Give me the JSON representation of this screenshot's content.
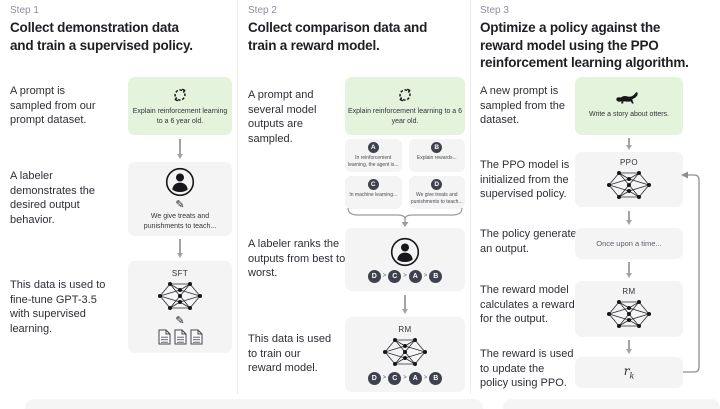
{
  "colors": {
    "green-box": "#e3f3dc",
    "gray-box": "#f4f4f4",
    "text-dark": "#1f1f24",
    "text-muted": "#8e8ea0",
    "arrow": "#a3a3a3",
    "circle-dark": "#40414f"
  },
  "step1": {
    "label": "Step 1",
    "heading": [
      "Collect demonstration data",
      "and train a supervised policy."
    ],
    "prompt_caption": "A prompt is sampled from our prompt dataset.",
    "prompt_text": "Explain reinforcement learning to a 6 year old.",
    "labeler_caption": "A labeler demonstrates the desired output behavior.",
    "labeler_text": "We give treats and punishments to teach...",
    "finetune_caption": "This data is used to fine-tune GPT-3.5 with supervised learning.",
    "model_label": "SFT"
  },
  "step2": {
    "label": "Step 2",
    "heading": [
      "Collect comparison data and",
      "train a reward model."
    ],
    "prompt_caption": "A prompt and several model outputs are sampled.",
    "prompt_text": "Explain reinforcement learning to a 6 year old.",
    "outputs": [
      {
        "key": "A",
        "text": "In reinforcement learning, the agent is..."
      },
      {
        "key": "B",
        "text": "Explain rewards..."
      },
      {
        "key": "C",
        "text": "In machine learning..."
      },
      {
        "key": "D",
        "text": "We give treats and punishments to teach..."
      }
    ],
    "rank_caption": "A labeler ranks the outputs from best to worst.",
    "ranking": [
      "D",
      "C",
      "A",
      "B"
    ],
    "rank_sep": ">",
    "train_caption": "This data is used to train our reward model.",
    "model_label": "RM"
  },
  "step3": {
    "label": "Step 3",
    "heading": [
      "Optimize a policy against the",
      "reward model using the PPO",
      "reinforcement learning algorithm."
    ],
    "prompt_caption": "A new prompt is sampled from the dataset.",
    "prompt_text": "Write a story about otters.",
    "init_caption": "The PPO model is initialized from the supervised policy.",
    "ppo_label": "PPO",
    "output_caption": "The policy generates an output.",
    "output_text": "Once upon a time...",
    "reward_caption": "The reward model calculates a reward for the output.",
    "rm_label": "RM",
    "update_caption": "The reward is used to update the policy using PPO.",
    "reward_var": "r",
    "reward_sub": "k"
  }
}
